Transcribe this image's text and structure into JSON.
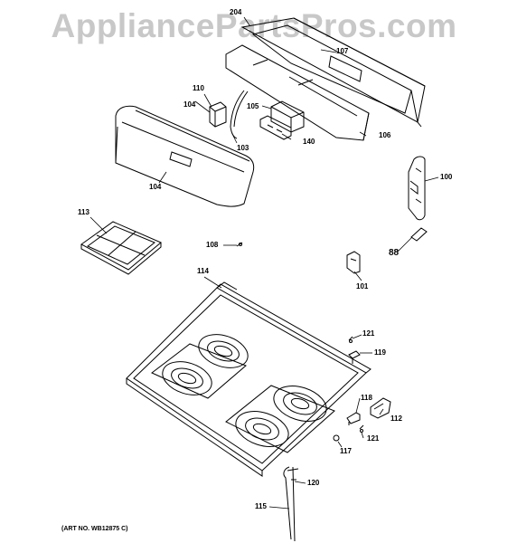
{
  "watermark": "AppliancePartsPros.com",
  "art_number": "(ART NO. WB12875 C)",
  "callouts": {
    "c204": "204",
    "c107": "107",
    "c110": "110",
    "c104a": "104",
    "c105": "105",
    "c140": "140",
    "c103": "103",
    "c106": "106",
    "c104b": "104",
    "c100": "100",
    "c113": "113",
    "c108": "108",
    "c88": "88",
    "c114": "114",
    "c101": "101",
    "c121a": "121",
    "c119": "119",
    "c118": "118",
    "c112": "112",
    "c121b": "121",
    "c117": "117",
    "c120": "120",
    "c115": "115"
  },
  "colors": {
    "line": "#000000",
    "watermark": "#c8c8c8",
    "background": "#ffffff"
  }
}
